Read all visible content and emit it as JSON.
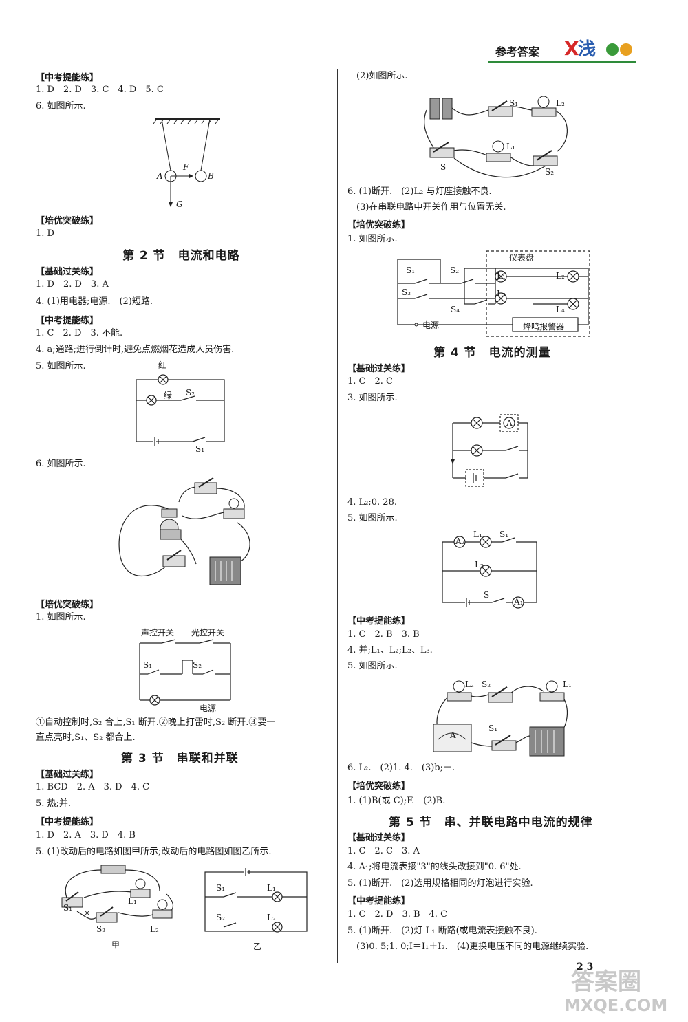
{
  "header": {
    "title": "参考答案"
  },
  "page_number": "2 3",
  "watermark": {
    "line1": "答案圈",
    "line2": "MXQE.COM"
  },
  "left": {
    "zk1": "【中考提能练】",
    "zk1_a1": "1. D　2. D　3. C　4. D　5. C",
    "zk1_a6": "6. 如图所示.",
    "fig_pend": {
      "A": "A",
      "B": "B",
      "F": "F",
      "G": "G"
    },
    "py1": "【培优突破练】",
    "py1_a1": "1. D",
    "sec2_title": "第 2 节　电流和电路",
    "jc2": "【基础过关练】",
    "jc2_a1": "1. D　2. D　3. A",
    "jc2_a4": "4. (1)用电器;电源.　(2)短路.",
    "zk2": "【中考提能练】",
    "zk2_a1": "1. C　2. D　3. 不能.",
    "zk2_a4": "4. a;通路;进行倒计时,避免点燃烟花造成人员伤害.",
    "zk2_a5": "5. 如图所示.",
    "fig_rg": {
      "red": "红",
      "green": "绿",
      "S2": "S₂",
      "S1": "S₁"
    },
    "zk2_a6": "6. 如图所示.",
    "py2": "【培优突破练】",
    "py2_a1": "1. 如图所示.",
    "fig_sw": {
      "sound": "声控开关",
      "light": "光控开关",
      "S1": "S₁",
      "S2": "S₂",
      "power": "电源"
    },
    "py2_text1": "①自动控制时,S₂ 合上,S₁ 断开.②晚上打雷时,S₂ 断开.③要一",
    "py2_text2": "直点亮时,S₁、S₂ 都合上.",
    "sec3_title": "第 3 节　串联和并联",
    "jc3": "【基础过关练】",
    "jc3_a1": "1. BCD　2. A　3. D　4. C",
    "jc3_a5": "5. 热;并.",
    "zk3": "【中考提能练】",
    "zk3_a1": "1. D　2. A　3. D　4. B",
    "zk3_a5": "5. (1)改动后的电路如图甲所示;改动后的电路图如图乙所示.",
    "fig_jia": {
      "S1": "S₁",
      "S2": "S₂",
      "L1": "L₁",
      "L2": "L₂",
      "cap": "甲"
    },
    "fig_yi": {
      "S1": "S₁",
      "S2": "S₂",
      "L1": "L₁",
      "L2": "L₂",
      "cap": "乙"
    }
  },
  "right": {
    "r_a2": "(2)如图所示.",
    "fig_r1": {
      "S1": "S₁",
      "L2": "L₂",
      "L1": "L₁",
      "S": "S",
      "S2": "S₂"
    },
    "r_a6": "6. (1)断开.　(2)L₂ 与灯座接触不良.",
    "r_a6b": "(3)在串联电路中开关作用与位置无关.",
    "py3": "【培优突破练】",
    "py3_a1": "1. 如图所示.",
    "fig_panel": {
      "panel": "仪表盘",
      "S1": "S₁",
      "S2": "S₂",
      "S3": "S₃",
      "S4": "S₄",
      "L1": "L₁",
      "L2": "L₂",
      "L3": "L₃",
      "L4": "L₄",
      "power": "电源",
      "buzzer": "蜂鸣报警器"
    },
    "sec4_title": "第 4 节　电流的测量",
    "jc4": "【基础过关练】",
    "jc4_a1": "1. C　2. C",
    "jc4_a3": "3. 如图所示.",
    "fig_am": {
      "A": "A"
    },
    "jc4_a4": "4. L₂;0. 28.",
    "jc4_a5": "5. 如图所示.",
    "fig_a5": {
      "A2": "A₂",
      "L1": "L₁",
      "S1": "S₁",
      "L2": "L₂",
      "S": "S",
      "A1": "A₁"
    },
    "zk4": "【中考提能练】",
    "zk4_a1": "1. C　2. B　3. B",
    "zk4_a4": "4. 并;L₁、L₂;L₂、L₃.",
    "zk4_a5": "5. 如图所示.",
    "fig_z5": {
      "L2": "L₂",
      "S2": "S₂",
      "L1": "L₁",
      "S1": "S₁",
      "A": "A"
    },
    "zk4_a6": "6. L₂.　(2)1. 4.　(3)b;－.",
    "py4": "【培优突破练】",
    "py4_a1": "1. (1)B(或 C);F.　(2)B.",
    "sec5_title": "第 5 节　串、并联电路中电流的规律",
    "jc5": "【基础过关练】",
    "jc5_a1": "1. C　2. C　3. A",
    "jc5_a4": "4. A₁;将电流表接\"3\"的线头改接到\"0. 6\"处.",
    "jc5_a5": "5. (1)断开.　(2)选用规格相同的灯泡进行实验.",
    "zk5": "【中考提能练】",
    "zk5_a1": "1. C　2. D　3. B　4. C",
    "zk5_a5": "5. (1)断开.　(2)灯 L₁ 断路(或电流表接触不良).",
    "zk5_a5b": "(3)0. 5;1. 0;I＝I₁＋I₂.　(4)更换电压不同的电源继续实验."
  }
}
